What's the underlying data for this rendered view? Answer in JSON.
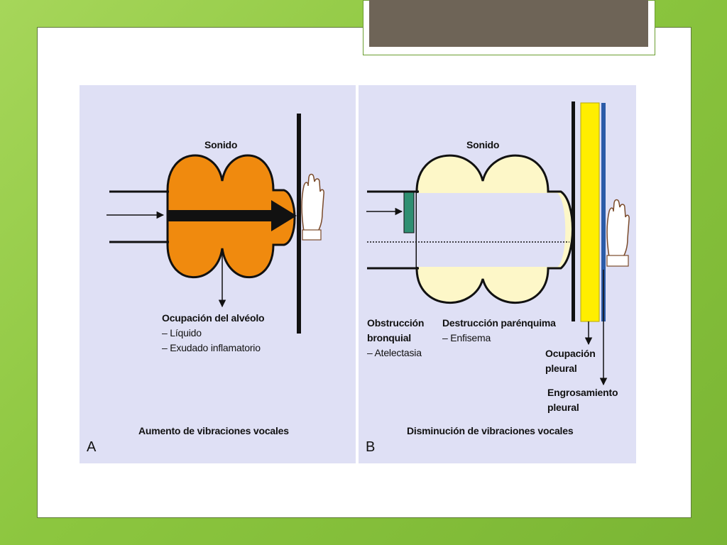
{
  "panel_a": {
    "sound_label": "Sonido",
    "occupation_title": "Ocupación del alvéolo",
    "occupation_items": [
      "– Líquido",
      "– Exudado inflamatorio"
    ],
    "caption": "Aumento de vibraciones vocales",
    "letter": "A"
  },
  "panel_b": {
    "sound_label": "Sonido",
    "obstruction_title_1": "Obstrucción",
    "obstruction_title_2": "bronquial",
    "obstruction_item": "– Atelectasia",
    "destruction_title": "Destrucción parénquima",
    "destruction_item": "– Enfisema",
    "pleural_occupation_1": "Ocupación",
    "pleural_occupation_2": "pleural",
    "pleural_thickening_1": "Engrosamiento",
    "pleural_thickening_2": "pleural",
    "caption": "Disminución de vibraciones vocales",
    "letter": "B"
  },
  "colors": {
    "alveolus_filled": "#f08a0e",
    "alveolus_empty": "#fdf7c8",
    "pleural_fluid": "#ffee00",
    "pleural_thickening": "#2b5ba8",
    "bronchial_plug": "#2f8f72",
    "panel_background": "#dfe0f5"
  },
  "icons": [
    "hand-icon"
  ]
}
